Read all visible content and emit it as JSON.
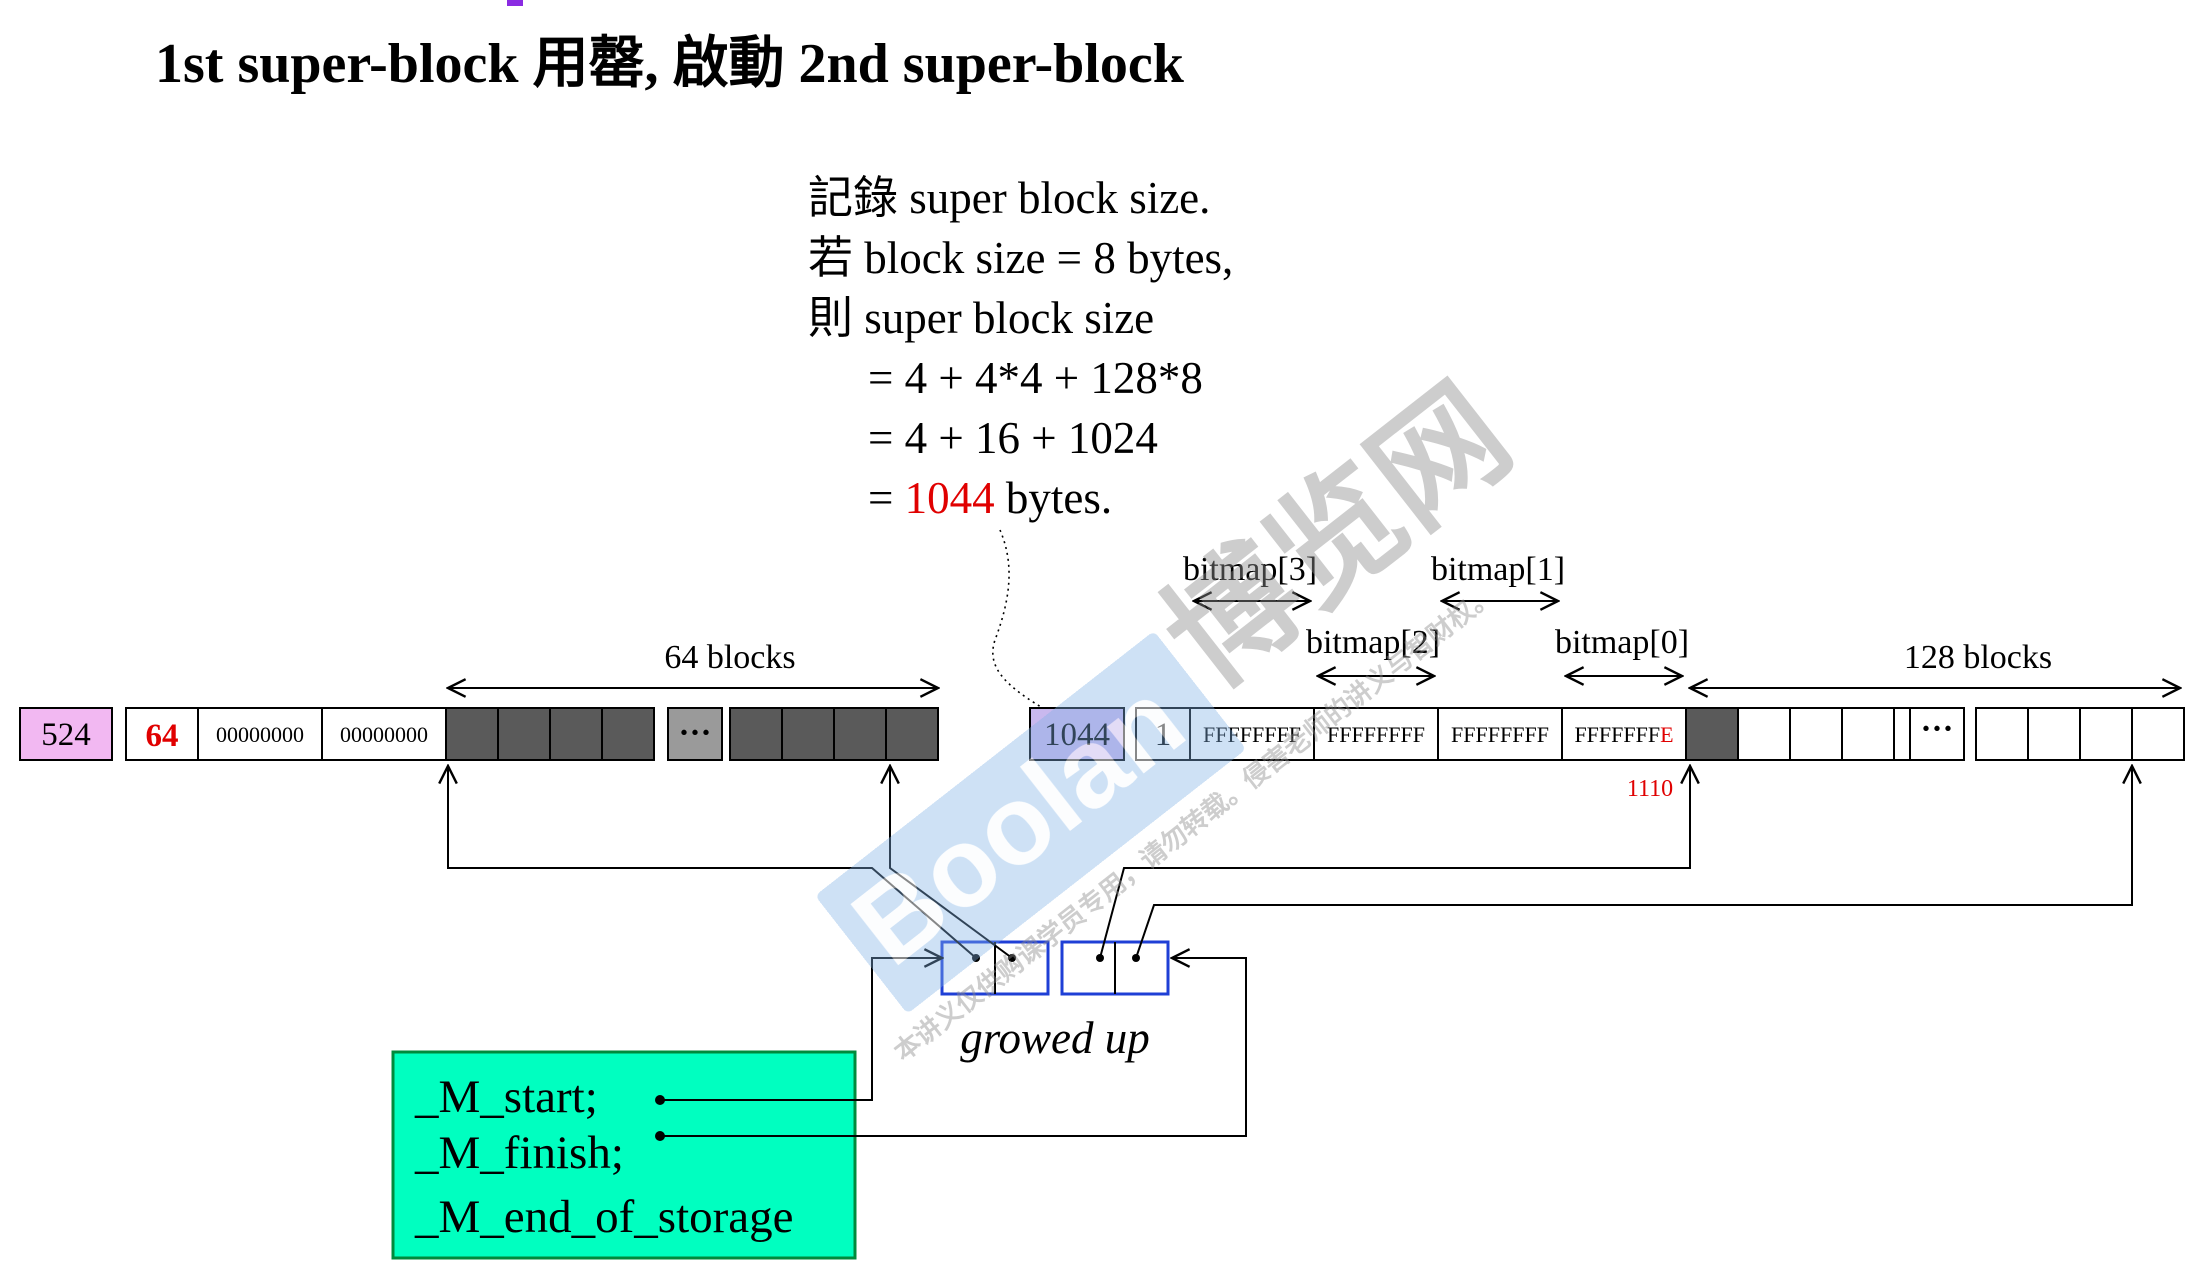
{
  "title": "1st super-block 用罄, 啟動 2nd super-block",
  "note": {
    "lines": [
      "記錄 super block size.",
      "若 block  size = 8 bytes,",
      "則 super block size",
      "= 4 + 4*4 + 128*8",
      "= 4 + 16 + 1024"
    ],
    "result_prefix": "= ",
    "result_value": "1044",
    "result_suffix": " bytes."
  },
  "first_block": {
    "size_value": "524",
    "count_value": "64",
    "bitmap_values": [
      "00000000",
      "00000000"
    ],
    "span_label": "64 blocks",
    "ellipsis": "···"
  },
  "second_block": {
    "size_value": "1044",
    "count_value": "1",
    "bitmap_values": [
      "FFFFFFFF",
      "FFFFFFFF",
      "FFFFFFFF",
      "FFFFFFF"
    ],
    "bitmap_last_char": "E",
    "span_label": "128 blocks",
    "ellipsis": "···",
    "marker_value": "1110",
    "bitmap_labels": [
      "bitmap[3]",
      "bitmap[2]",
      "bitmap[1]",
      "bitmap[0]"
    ]
  },
  "vector_label": "growed up",
  "struct_fields": [
    "_M_start;",
    "_M_finish;",
    "_M_end_of_storage"
  ],
  "watermark": {
    "brand": "Boolan",
    "cn_name": "博览网",
    "notice": "本讲义仅供购课学员专用，请勿转载。侵害老师的讲义与智财权。"
  },
  "colors": {
    "pink_fill": "#f2b8f2",
    "dark_block": "#5a5a5a",
    "mid_block": "#9a9a9a",
    "lavender_fill": "#c9b8ee",
    "struct_fill": "#00ffc0",
    "struct_border": "#008a3c",
    "vector_border": "#1f3fd6",
    "red_text": "#e00000"
  }
}
